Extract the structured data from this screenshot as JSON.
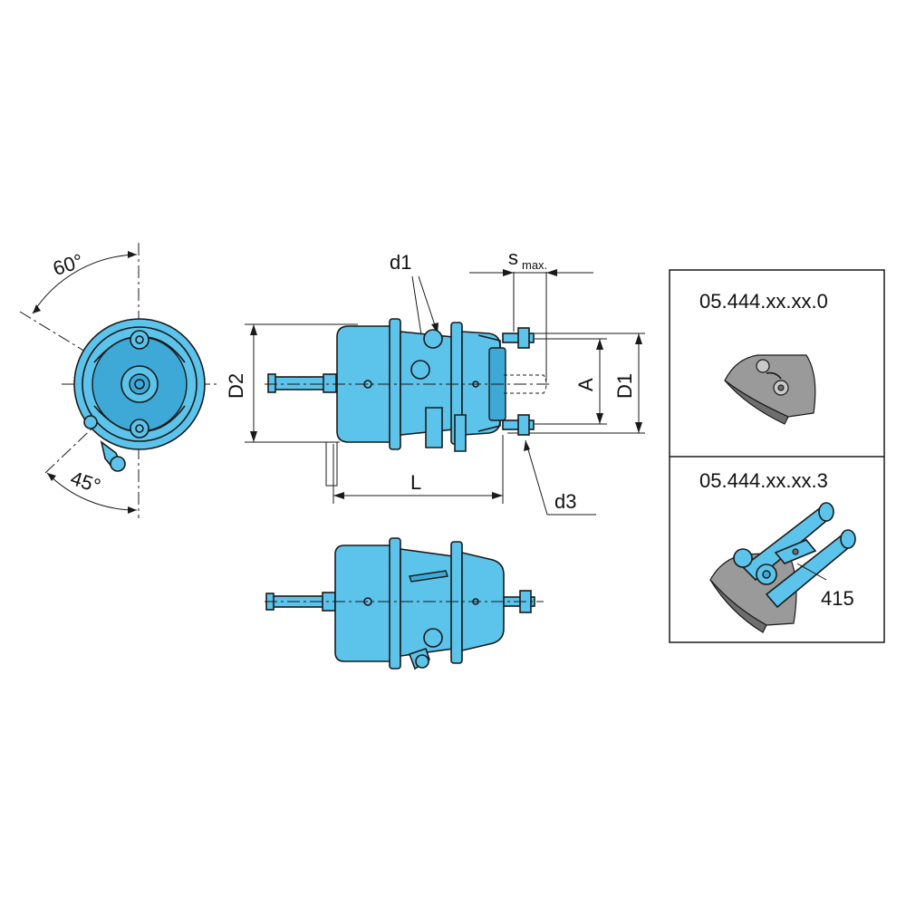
{
  "labels": {
    "angle_top": "60°",
    "angle_bottom": "45°",
    "d1": "d1",
    "s": "s",
    "s_sub": "max.",
    "d2": "D2",
    "a": "A",
    "d1_upper": "D1",
    "l": "L",
    "d3": "d3"
  },
  "variants": [
    {
      "code": "05.444.xx.xx.0"
    },
    {
      "code": "05.444.xx.xx.3",
      "callout": "415"
    }
  ],
  "colors": {
    "body": "#5cc3ea",
    "body_dark": "#3ea9d6",
    "line": "#1a1a1a",
    "detail_grey": "#9a9a9a"
  }
}
